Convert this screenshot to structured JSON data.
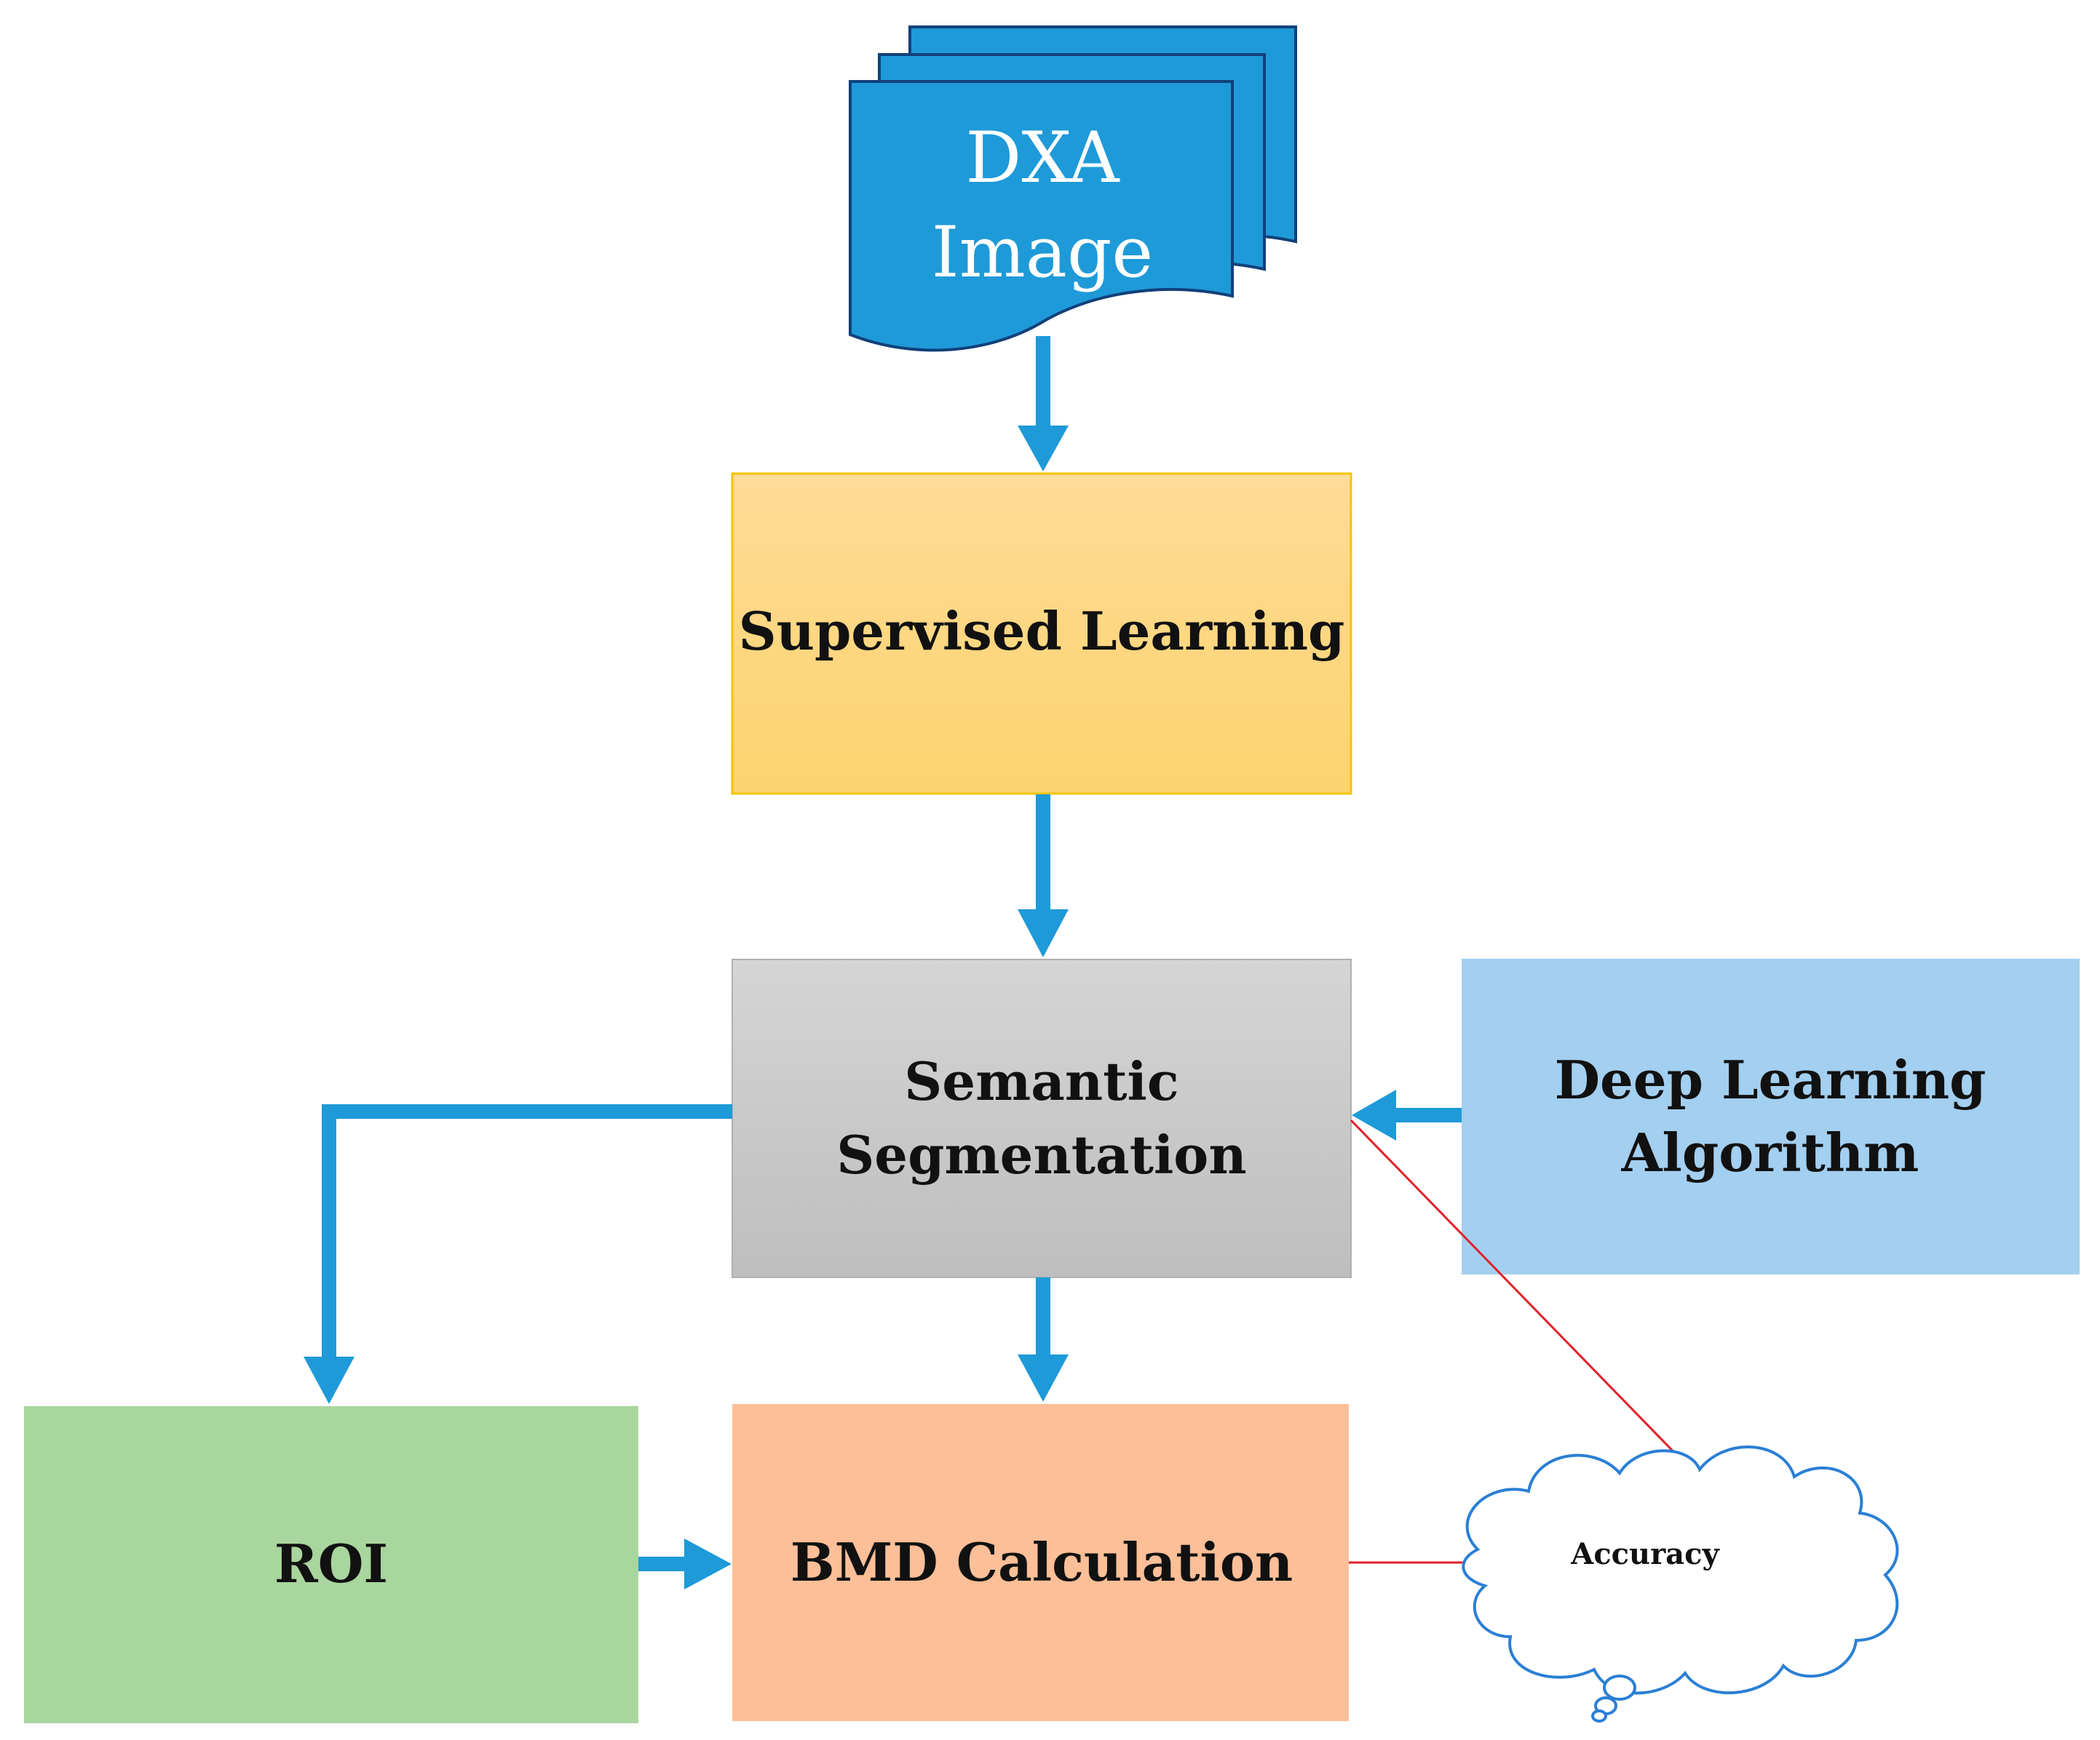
{
  "nodes": {
    "dxa": {
      "line1": "DXA",
      "line2": "Image"
    },
    "supervised": {
      "label": "Supervised Learning"
    },
    "semantic": {
      "line1": "Semantic",
      "line2": "Segmentation"
    },
    "deep": {
      "line1": "Deep Learning",
      "line2": "Algorithm"
    },
    "roi": {
      "label": "ROI"
    },
    "bmd": {
      "label": "BMD Calculation"
    },
    "accuracy": {
      "label": "Accuracy"
    }
  },
  "colors": {
    "arrow_blue": "#1e9ad8",
    "arrow_red": "#e0202a",
    "dxa_fill": "#1e9ad8",
    "dxa_stroke": "#11407a",
    "supervised_top": "#fedb97",
    "supervised_bottom": "#fdd36e",
    "supervised_stroke": "#f5c400",
    "semantic_top": "#d5d5d5",
    "semantic_bottom": "#bfbfbf",
    "deep_fill": "#a3cff0",
    "roi_fill": "#a9d59e",
    "bmd_fill": "#fdbf98",
    "cloud_stroke": "#2a7fd5"
  }
}
